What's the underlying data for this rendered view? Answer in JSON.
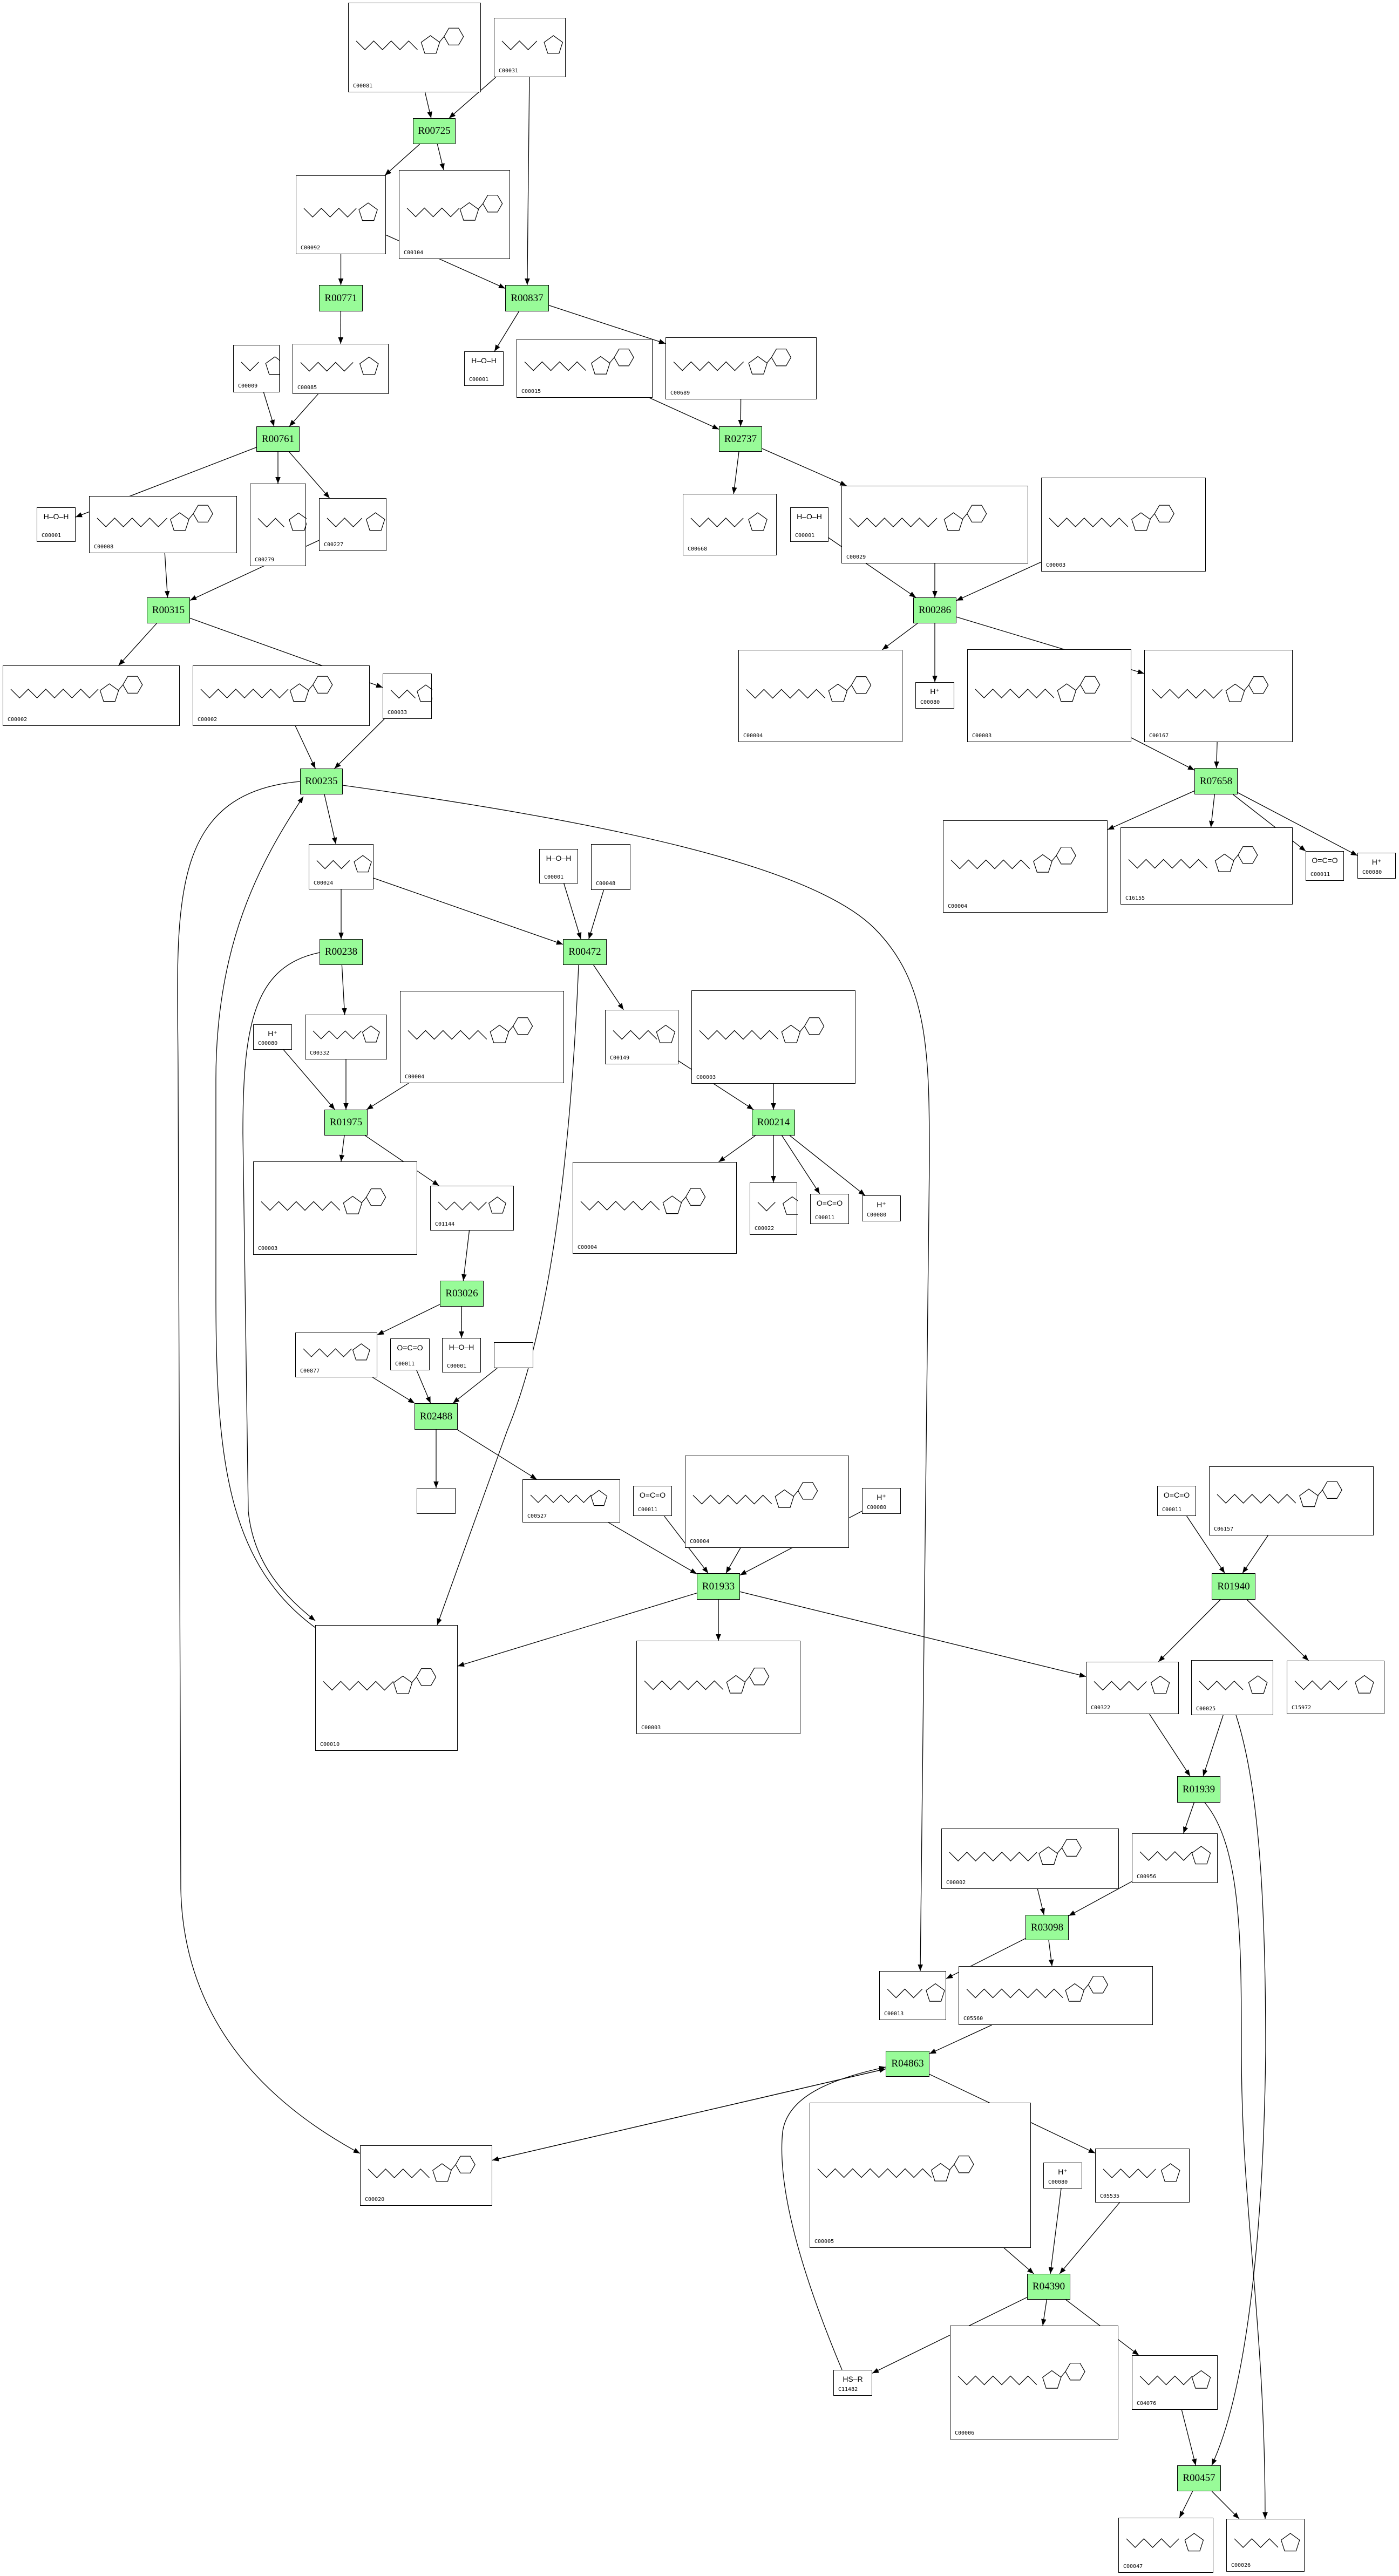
{
  "diagram": {
    "colors": {
      "reaction_fill": "#98fb98",
      "border": "#000000",
      "edge": "#000000"
    },
    "nodes": [
      {
        "label": "C00081",
        "kind": "compound"
      },
      {
        "label": "C00031",
        "kind": "compound"
      },
      {
        "label": "R00725",
        "kind": "reaction"
      },
      {
        "label": "C00092",
        "kind": "compound"
      },
      {
        "label": "C00104",
        "kind": "compound"
      },
      {
        "label": "R00771",
        "kind": "reaction"
      },
      {
        "label": "R00837",
        "kind": "reaction"
      },
      {
        "label": "C00009",
        "kind": "compound"
      },
      {
        "label": "C00085",
        "kind": "compound"
      },
      {
        "label": "C00001",
        "kind": "compound",
        "formula": "H–O–H"
      },
      {
        "label": "C00015",
        "kind": "compound"
      },
      {
        "label": "C00689",
        "kind": "compound"
      },
      {
        "label": "R00761",
        "kind": "reaction"
      },
      {
        "label": "C00001",
        "kind": "compound",
        "formula": "H–O–H"
      },
      {
        "label": "C00008",
        "kind": "compound"
      },
      {
        "label": "C00279",
        "kind": "compound"
      },
      {
        "label": "C00227",
        "kind": "compound"
      },
      {
        "label": "R02737",
        "kind": "reaction"
      },
      {
        "label": "C00668",
        "kind": "compound"
      },
      {
        "label": "C00001",
        "kind": "compound",
        "formula": "H–O–H"
      },
      {
        "label": "C00029",
        "kind": "compound"
      },
      {
        "label": "C00003",
        "kind": "compound"
      },
      {
        "label": "R00315",
        "kind": "reaction"
      },
      {
        "label": "C00002",
        "kind": "compound"
      },
      {
        "label": "C00002",
        "kind": "compound"
      },
      {
        "label": "C00033",
        "kind": "compound"
      },
      {
        "label": "R00286",
        "kind": "reaction"
      },
      {
        "label": "C00004",
        "kind": "compound"
      },
      {
        "label": "C00080",
        "kind": "compound",
        "formula": "H⁺"
      },
      {
        "label": "C00003",
        "kind": "compound"
      },
      {
        "label": "C00167",
        "kind": "compound"
      },
      {
        "label": "R07658",
        "kind": "reaction"
      },
      {
        "label": "C00004",
        "kind": "compound"
      },
      {
        "label": "C16155",
        "kind": "compound"
      },
      {
        "label": "C00011",
        "kind": "compound",
        "formula": "O=C=O"
      },
      {
        "label": "C00080",
        "kind": "compound",
        "formula": "H⁺"
      },
      {
        "label": "R00235",
        "kind": "reaction"
      },
      {
        "label": "C00024",
        "kind": "compound"
      },
      {
        "label": "C00001",
        "kind": "compound",
        "formula": "H–O–H"
      },
      {
        "label": "C00048",
        "kind": "compound"
      },
      {
        "label": "R00238",
        "kind": "reaction"
      },
      {
        "label": "R00472",
        "kind": "reaction"
      },
      {
        "label": "C00080",
        "kind": "compound",
        "formula": "H⁺"
      },
      {
        "label": "C00332",
        "kind": "compound"
      },
      {
        "label": "C00004",
        "kind": "compound"
      },
      {
        "label": "C00149",
        "kind": "compound"
      },
      {
        "label": "C00003",
        "kind": "compound"
      },
      {
        "label": "R01975",
        "kind": "reaction"
      },
      {
        "label": "R00214",
        "kind": "reaction"
      },
      {
        "label": "C00003",
        "kind": "compound"
      },
      {
        "label": "C01144",
        "kind": "compound"
      },
      {
        "label": "C00004",
        "kind": "compound"
      },
      {
        "label": "C00022",
        "kind": "compound"
      },
      {
        "label": "C00011",
        "kind": "compound",
        "formula": "O=C=O"
      },
      {
        "label": "C00080",
        "kind": "compound",
        "formula": "H⁺"
      },
      {
        "label": "R03026",
        "kind": "reaction"
      },
      {
        "label": "C00877",
        "kind": "compound"
      },
      {
        "label": "C00011",
        "kind": "compound",
        "formula": "O=C=O"
      },
      {
        "label": "C00001",
        "kind": "compound",
        "formula": "H–O–H"
      },
      {
        "label": "",
        "kind": "compound"
      },
      {
        "label": "R02488",
        "kind": "reaction"
      },
      {
        "label": "",
        "kind": "compound"
      },
      {
        "label": "C00527",
        "kind": "compound"
      },
      {
        "label": "C00011",
        "kind": "compound",
        "formula": "O=C=O"
      },
      {
        "label": "C00004",
        "kind": "compound"
      },
      {
        "label": "C00080",
        "kind": "compound",
        "formula": "H⁺"
      },
      {
        "label": "R01933",
        "kind": "reaction"
      },
      {
        "label": "C00010",
        "kind": "compound"
      },
      {
        "label": "C00003",
        "kind": "compound"
      },
      {
        "label": "C00011",
        "kind": "compound",
        "formula": "O=C=O"
      },
      {
        "label": "C06157",
        "kind": "compound"
      },
      {
        "label": "R01940",
        "kind": "reaction"
      },
      {
        "label": "C00322",
        "kind": "compound"
      },
      {
        "label": "C00025",
        "kind": "compound"
      },
      {
        "label": "C15972",
        "kind": "compound"
      },
      {
        "label": "R01939",
        "kind": "reaction"
      },
      {
        "label": "C00002",
        "kind": "compound"
      },
      {
        "label": "C00956",
        "kind": "compound"
      },
      {
        "label": "R03098",
        "kind": "reaction"
      },
      {
        "label": "C00013",
        "kind": "compound"
      },
      {
        "label": "C05560",
        "kind": "compound"
      },
      {
        "label": "R04863",
        "kind": "reaction"
      },
      {
        "label": "C00020",
        "kind": "compound"
      },
      {
        "label": "C00005",
        "kind": "compound"
      },
      {
        "label": "C00080",
        "kind": "compound",
        "formula": "H⁺"
      },
      {
        "label": "C05535",
        "kind": "compound"
      },
      {
        "label": "R04390",
        "kind": "reaction"
      },
      {
        "label": "C11482",
        "kind": "compound",
        "formula": "HS–R"
      },
      {
        "label": "C00006",
        "kind": "compound"
      },
      {
        "label": "C04076",
        "kind": "compound"
      },
      {
        "label": "R00457",
        "kind": "reaction"
      },
      {
        "label": "C00047",
        "kind": "compound"
      },
      {
        "label": "C00026",
        "kind": "compound"
      }
    ],
    "edges": [
      [
        0,
        2
      ],
      [
        1,
        2
      ],
      [
        1,
        6
      ],
      [
        2,
        3
      ],
      [
        2,
        4
      ],
      [
        3,
        5
      ],
      [
        3,
        6
      ],
      [
        5,
        8
      ],
      [
        6,
        9
      ],
      [
        6,
        11
      ],
      [
        10,
        17
      ],
      [
        11,
        17
      ],
      [
        7,
        12
      ],
      [
        8,
        12
      ],
      [
        12,
        13
      ],
      [
        12,
        15
      ],
      [
        12,
        16
      ],
      [
        17,
        18
      ],
      [
        17,
        20
      ],
      [
        14,
        22
      ],
      [
        16,
        22
      ],
      [
        22,
        23
      ],
      [
        22,
        25
      ],
      [
        19,
        26
      ],
      [
        20,
        26
      ],
      [
        21,
        26
      ],
      [
        26,
        27
      ],
      [
        26,
        28
      ],
      [
        26,
        30
      ],
      [
        29,
        31
      ],
      [
        30,
        31
      ],
      [
        31,
        32
      ],
      [
        31,
        33
      ],
      [
        31,
        34
      ],
      [
        31,
        35
      ],
      [
        24,
        36
      ],
      [
        25,
        36
      ],
      [
        36,
        37
      ],
      [
        36,
        82
      ],
      [
        36,
        79
      ],
      [
        67,
        36
      ],
      [
        37,
        40
      ],
      [
        37,
        41
      ],
      [
        38,
        41
      ],
      [
        39,
        41
      ],
      [
        40,
        43
      ],
      [
        40,
        67
      ],
      [
        41,
        45
      ],
      [
        41,
        67
      ],
      [
        42,
        47
      ],
      [
        43,
        47
      ],
      [
        44,
        47
      ],
      [
        47,
        49
      ],
      [
        47,
        50
      ],
      [
        45,
        48
      ],
      [
        46,
        48
      ],
      [
        48,
        51
      ],
      [
        48,
        52
      ],
      [
        48,
        53
      ],
      [
        48,
        54
      ],
      [
        50,
        55
      ],
      [
        55,
        56
      ],
      [
        55,
        58
      ],
      [
        56,
        60
      ],
      [
        57,
        60
      ],
      [
        59,
        60
      ],
      [
        60,
        61
      ],
      [
        60,
        62
      ],
      [
        62,
        66
      ],
      [
        63,
        66
      ],
      [
        64,
        66
      ],
      [
        65,
        66
      ],
      [
        66,
        67
      ],
      [
        66,
        68
      ],
      [
        66,
        72
      ],
      [
        69,
        71
      ],
      [
        70,
        71
      ],
      [
        71,
        72
      ],
      [
        71,
        74
      ],
      [
        72,
        75
      ],
      [
        73,
        75
      ],
      [
        75,
        77
      ],
      [
        75,
        92
      ],
      [
        73,
        90
      ],
      [
        76,
        78
      ],
      [
        77,
        78
      ],
      [
        78,
        79
      ],
      [
        78,
        80
      ],
      [
        80,
        81
      ],
      [
        81,
        82
      ],
      [
        82,
        81
      ],
      [
        81,
        85
      ],
      [
        83,
        86
      ],
      [
        84,
        86
      ],
      [
        85,
        86
      ],
      [
        86,
        87
      ],
      [
        86,
        88
      ],
      [
        86,
        89
      ],
      [
        87,
        81
      ],
      [
        89,
        90
      ],
      [
        90,
        91
      ],
      [
        90,
        92
      ]
    ]
  }
}
